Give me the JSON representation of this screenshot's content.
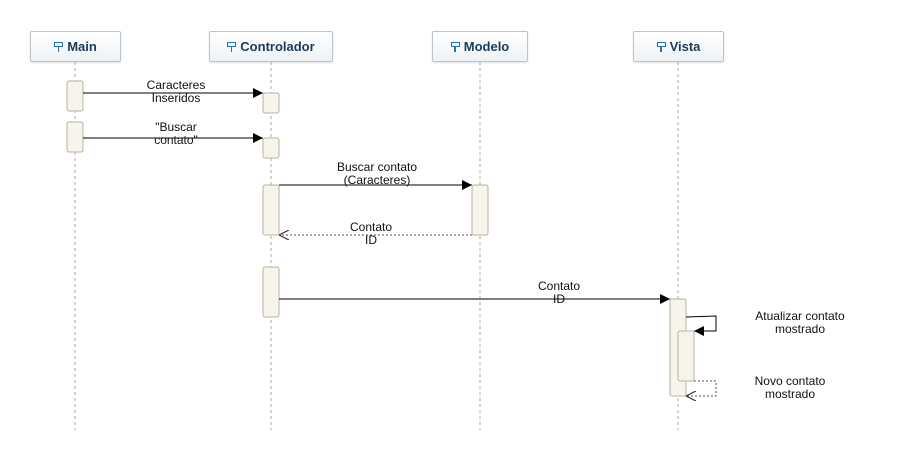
{
  "lifelines": [
    {
      "name": "Main"
    },
    {
      "name": "Controlador"
    },
    {
      "name": "Modelo"
    },
    {
      "name": "Vista"
    }
  ],
  "messages": [
    {
      "line1": "Caracteres",
      "line2": "Inseridos",
      "kind": "sync"
    },
    {
      "line1": "\"Buscar",
      "line2": "contato\"",
      "kind": "sync"
    },
    {
      "line1": "Buscar contato",
      "line2": "(Caracteres)",
      "kind": "sync"
    },
    {
      "line1": "Contato",
      "line2": "ID",
      "kind": "return"
    },
    {
      "line1": "Contato",
      "line2": "ID",
      "kind": "sync"
    },
    {
      "line1": "Atualizar contato",
      "line2": "mostrado",
      "kind": "self"
    },
    {
      "line1": "Novo contato",
      "line2": "mostrado",
      "kind": "self-return"
    }
  ],
  "colors": {
    "header_text": "#1b3a57",
    "icon": "#2a6fa8",
    "activation_fill": "#f7f4ec",
    "activation_border": "#b8b2a0",
    "lifeline": "#a9a9a9"
  }
}
